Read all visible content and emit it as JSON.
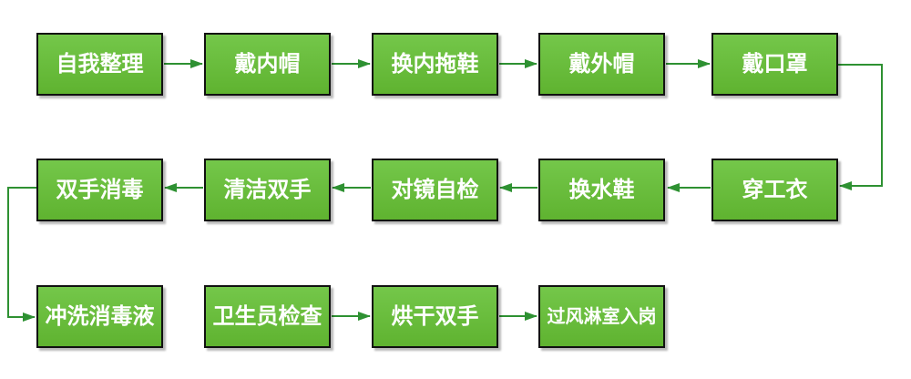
{
  "diagram": {
    "type": "flowchart",
    "background": "#ffffff",
    "colors": {
      "node_fill_top": "#74c74a",
      "node_fill_bottom": "#5fb330",
      "node_border": "#111111",
      "node_text": "#ffffff",
      "arrow": "#2e9132"
    },
    "nodes": [
      {
        "label": "自我整理"
      },
      {
        "label": "戴内帽"
      },
      {
        "label": "换内拖鞋"
      },
      {
        "label": "戴外帽"
      },
      {
        "label": "戴口罩"
      },
      {
        "label": "穿工衣"
      },
      {
        "label": "换水鞋"
      },
      {
        "label": "对镜自检"
      },
      {
        "label": "清洁双手"
      },
      {
        "label": "双手消毒"
      },
      {
        "label": "冲洗消毒液"
      },
      {
        "label": "卫生员检查"
      },
      {
        "label": "烘干双手"
      },
      {
        "label": "过风淋室入岗"
      }
    ],
    "edges": [
      {
        "from": "自我整理",
        "to": "戴内帽",
        "style": "straight-right"
      },
      {
        "from": "戴内帽",
        "to": "换内拖鞋",
        "style": "straight-right"
      },
      {
        "from": "换内拖鞋",
        "to": "戴外帽",
        "style": "straight-right"
      },
      {
        "from": "戴外帽",
        "to": "戴口罩",
        "style": "straight-right"
      },
      {
        "from": "戴口罩",
        "to": "穿工衣",
        "style": "elbow-down-right-side"
      },
      {
        "from": "穿工衣",
        "to": "换水鞋",
        "style": "straight-left"
      },
      {
        "from": "换水鞋",
        "to": "对镜自检",
        "style": "straight-left"
      },
      {
        "from": "对镜自检",
        "to": "清洁双手",
        "style": "straight-left"
      },
      {
        "from": "清洁双手",
        "to": "双手消毒",
        "style": "straight-left"
      },
      {
        "from": "双手消毒",
        "to": "冲洗消毒液",
        "style": "elbow-down-left-side"
      },
      {
        "from": "卫生员检查",
        "to": "烘干双手",
        "style": "straight-right"
      },
      {
        "from": "烘干双手",
        "to": "过风淋室入岗",
        "style": "straight-right"
      }
    ]
  }
}
